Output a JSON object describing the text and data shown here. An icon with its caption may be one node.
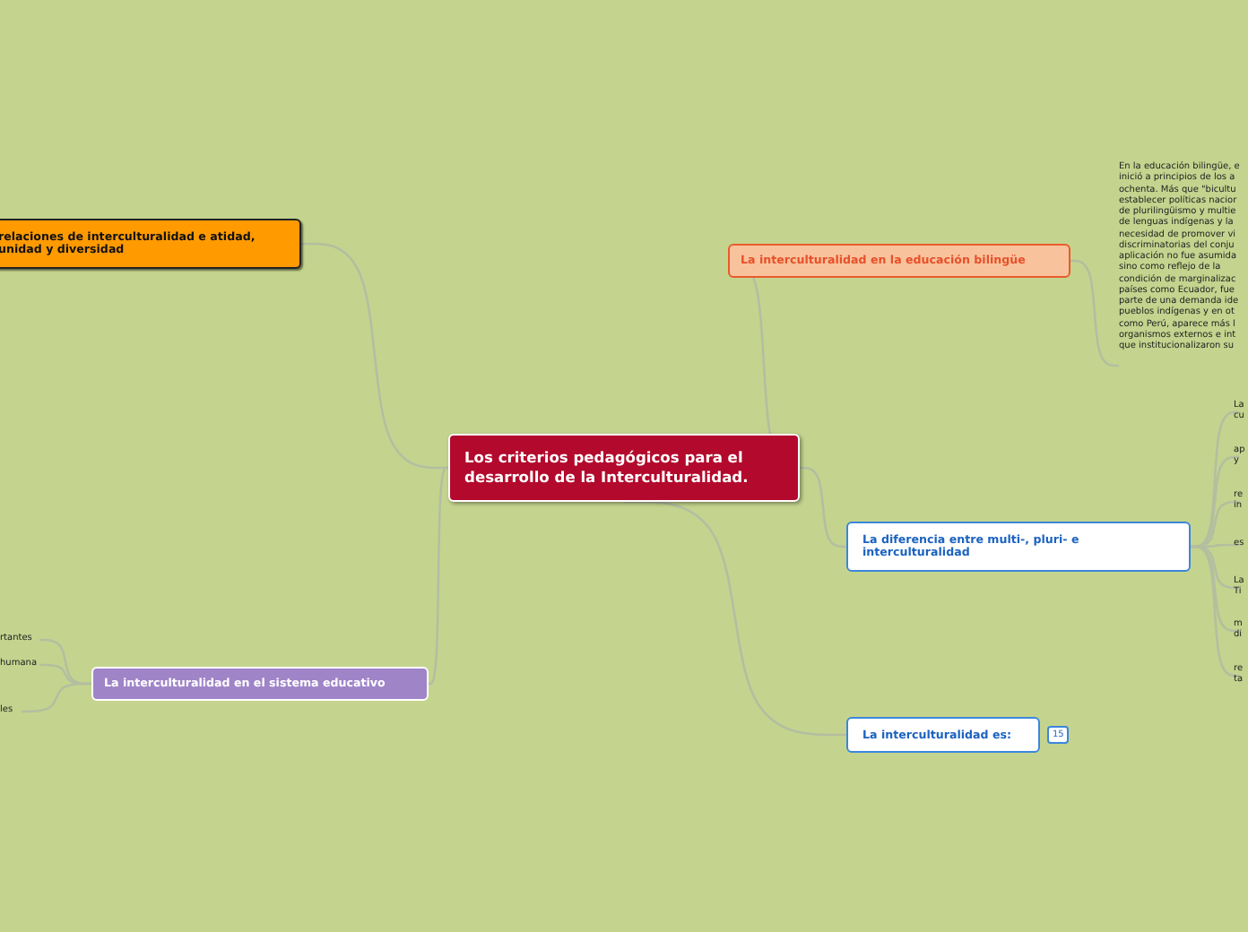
{
  "diagram": {
    "nodes": [
      {
        "text": [
          "Los criterios pedagógicos para el desarrollo de la Interculturalidad."
        ]
      },
      {
        "text": [
          "relaciones de interculturalidad e atidad, unidad y diversidad"
        ]
      },
      {
        "text": [
          "La interculturalidad en la educación bilingüe"
        ]
      },
      {
        "text": [
          "En la educación bilingüe, e inició a principios de los a ochenta. Más que \"bicultu establecer políticas nacior de plurilingüismo y multie de lenguas indígenas y la necesidad de promover vi discriminatorias del conju aplicación no fue asumida sino como reflejo de la condición de marginalizac países como Ecuador, fue parte de una demanda ide pueblos indígenas y en ot como Perú, aparece más l organismos externos e int que institucionalizaron su"
        ]
      },
      {
        "text": [
          "La diferencia entre multi-, pluri- e interculturalidad"
        ]
      },
      {
        "text": [
          "La cu"
        ]
      },
      {
        "text": [
          "ap y"
        ]
      },
      {
        "text": [
          "re in"
        ]
      },
      {
        "text": [
          "es"
        ]
      },
      {
        "text": [
          "La Ti"
        ]
      },
      {
        "text": [
          "m di"
        ]
      },
      {
        "text": [
          "re ta"
        ]
      },
      {
        "text": [
          "La interculturalidad es:"
        ],
        "beside": [
          "15"
        ]
      },
      {
        "text": [
          "La interculturalidad en el sistema educativo"
        ]
      },
      {
        "text": [
          "rtantes"
        ]
      },
      {
        "text": [
          "humana"
        ]
      },
      {
        "text": [
          "les"
        ]
      }
    ],
    "edges": [
      {
        "from": 0,
        "to": 1,
        "arrow": "none"
      },
      {
        "from": 0,
        "to": 2,
        "arrow": "none"
      },
      {
        "from": 2,
        "to": 3,
        "arrow": "none"
      },
      {
        "from": 0,
        "to": 4,
        "arrow": "none"
      },
      {
        "from": 4,
        "to": 5,
        "arrow": "none"
      },
      {
        "from": 4,
        "to": 6,
        "arrow": "none"
      },
      {
        "from": 4,
        "to": 7,
        "arrow": "none"
      },
      {
        "from": 4,
        "to": 8,
        "arrow": "none"
      },
      {
        "from": 4,
        "to": 9,
        "arrow": "none"
      },
      {
        "from": 4,
        "to": 10,
        "arrow": "none"
      },
      {
        "from": 4,
        "to": 11,
        "arrow": "none"
      },
      {
        "from": 0,
        "to": 12,
        "arrow": "none"
      },
      {
        "from": 0,
        "to": 13,
        "arrow": "none"
      },
      {
        "from": 13,
        "to": 14,
        "arrow": "none"
      },
      {
        "from": 13,
        "to": 15,
        "arrow": "none"
      },
      {
        "from": 13,
        "to": 16,
        "arrow": "none"
      }
    ]
  }
}
